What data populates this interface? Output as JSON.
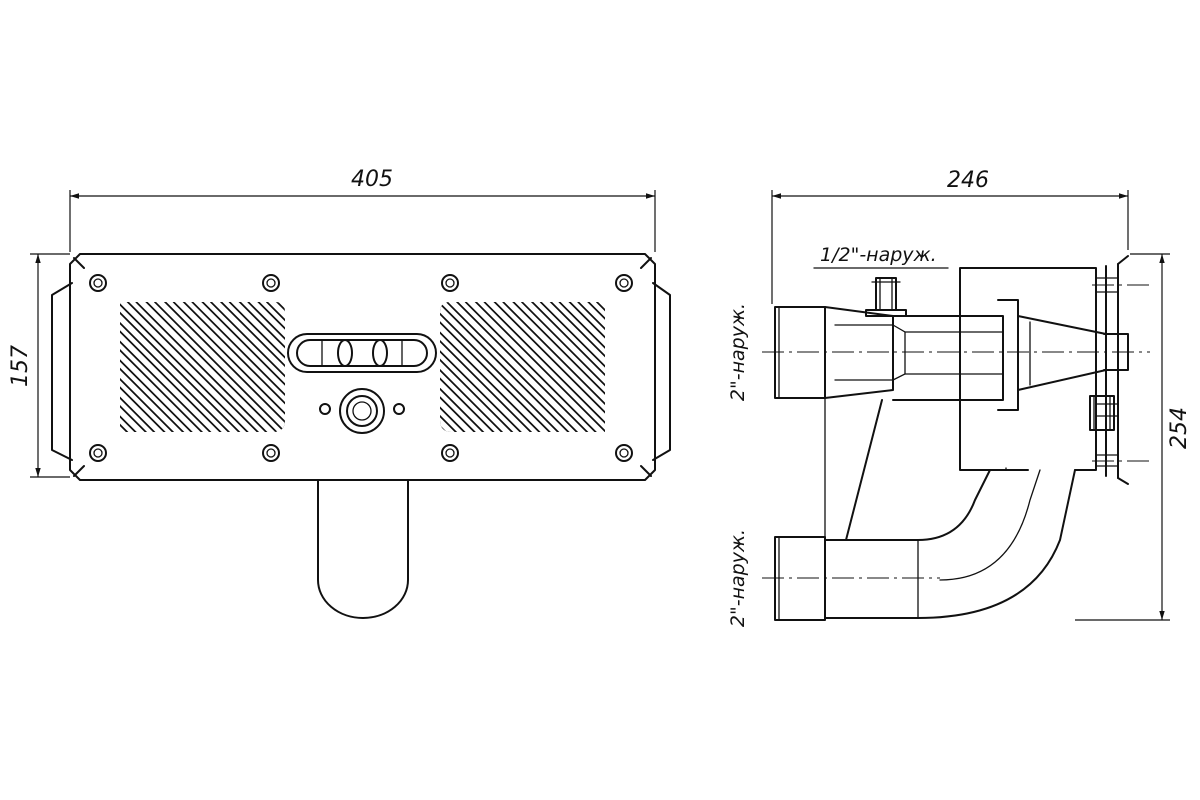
{
  "dimensions": {
    "front_width": "405",
    "front_height": "157",
    "side_width": "246",
    "side_height": "254"
  },
  "labels": {
    "top_port": "1/2\"-наруж.",
    "upper_pipe": "2\"-наруж.",
    "lower_pipe": "2\"-наруж."
  }
}
